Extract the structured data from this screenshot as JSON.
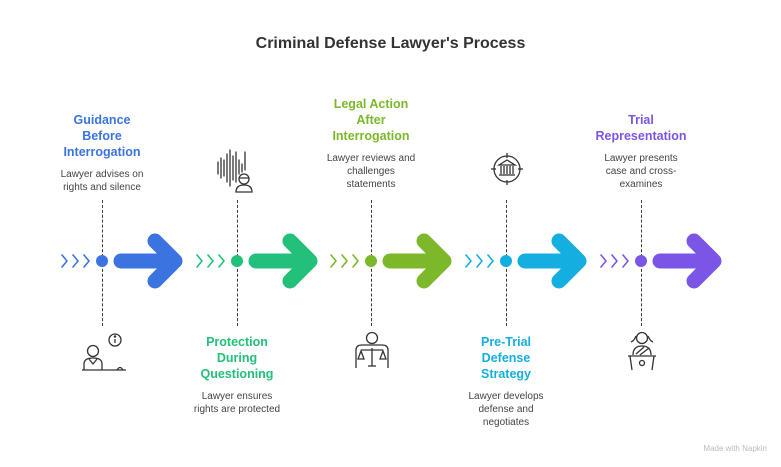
{
  "title": "Criminal Defense Lawyer's Process",
  "steps": [
    {
      "heading": "Guidance Before Interrogation",
      "heading_lines": [
        "Guidance",
        "Before",
        "Interrogation"
      ],
      "description_lines": [
        "Lawyer advises on",
        "rights and silence"
      ],
      "color": "#3b74e0",
      "icon": "lawyer-advisor-info-icon",
      "label_position": "top"
    },
    {
      "heading": "Protection During Questioning",
      "heading_lines": [
        "Protection",
        "During",
        "Questioning"
      ],
      "description_lines": [
        "Lawyer ensures",
        "rights are protected"
      ],
      "color": "#22c07a",
      "icon": "voice-wave-person-icon",
      "label_position": "bottom"
    },
    {
      "heading": "Legal Action After Interrogation",
      "heading_lines": [
        "Legal Action",
        "After",
        "Interrogation"
      ],
      "description_lines": [
        "Lawyer reviews and",
        "challenges",
        "statements"
      ],
      "color": "#7cb82a",
      "icon": "person-scales-icon",
      "label_position": "top"
    },
    {
      "heading": "Pre-Trial Defense Strategy",
      "heading_lines": [
        "Pre-Trial",
        "Defense",
        "Strategy"
      ],
      "description_lines": [
        "Lawyer develops",
        "defense and",
        "negotiates"
      ],
      "color": "#15aee0",
      "icon": "courthouse-target-icon",
      "label_position": "bottom"
    },
    {
      "heading": "Trial Representation",
      "heading_lines": [
        "Trial",
        "Representation"
      ],
      "description_lines": [
        "Lawyer presents",
        "case and cross-",
        "examines"
      ],
      "color": "#7b56e6",
      "icon": "person-podium-icon",
      "label_position": "top"
    }
  ],
  "watermark": "Made with Napkin"
}
